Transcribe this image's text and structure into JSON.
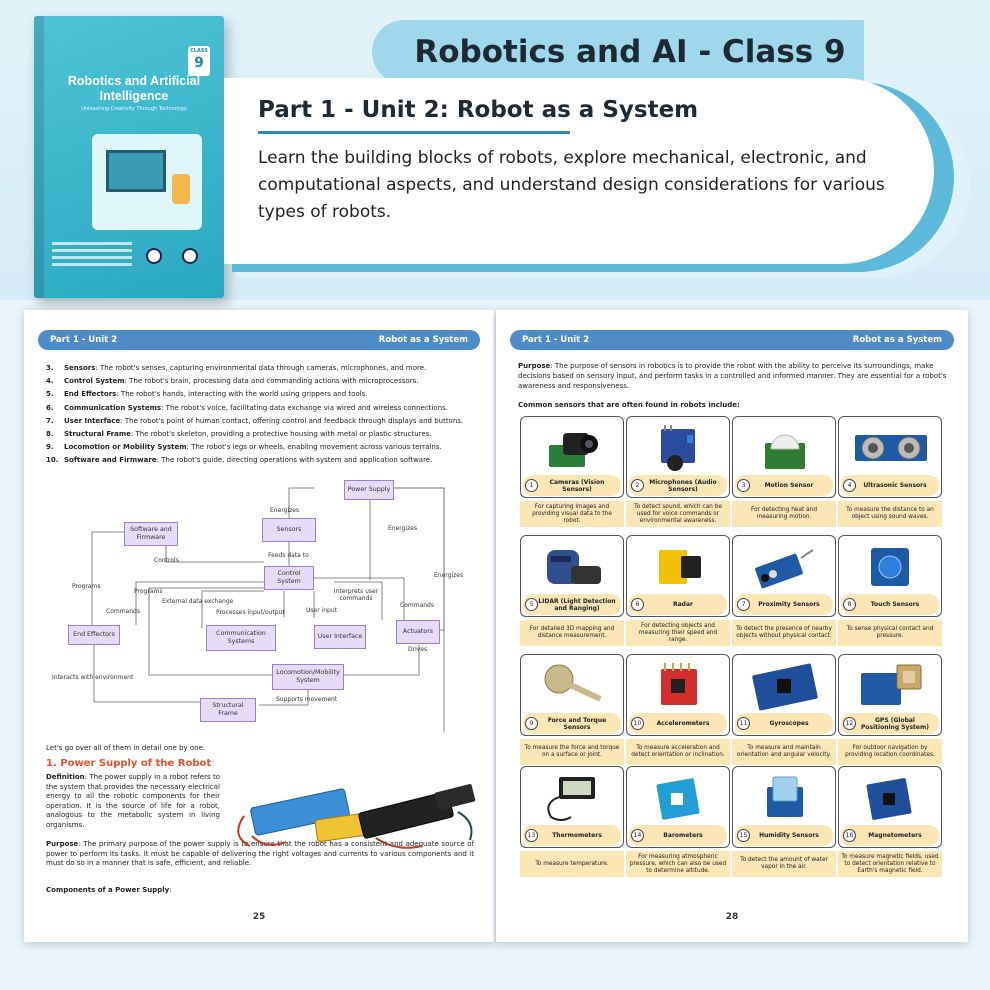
{
  "book": {
    "title": "Robotics and Artificial Intelligence",
    "subtitle": "Unleashing Creativity Through Technology",
    "grade": "9"
  },
  "header": {
    "title": "Robotics and AI - Class 9",
    "unit_title": "Part 1 - Unit 2: Robot as a System",
    "description": "Learn the building blocks of robots, explore mechanical, electronic, and computational aspects, and understand design considerations for various types of robots."
  },
  "left_page": {
    "bar_left": "Part 1 - Unit 2",
    "bar_right": "Robot as a System",
    "list": [
      {
        "n": "3.",
        "term": "Sensors",
        "text": ": The robot's senses, capturing environmental data through cameras, microphones, and more."
      },
      {
        "n": "4.",
        "term": "Control System",
        "text": ": The robot's brain, processing data and commanding actions with microprocessors."
      },
      {
        "n": "5.",
        "term": "End Effectors",
        "text": ": The robot's hands, interacting with the world using grippers and tools."
      },
      {
        "n": "6.",
        "term": "Communication Systems",
        "text": ": The robot's voice, facilitating data exchange via wired and wireless connections."
      },
      {
        "n": "7.",
        "term": "User Interface",
        "text": ": The robot's point of human contact, offering control and feedback through displays and buttons."
      },
      {
        "n": "8.",
        "term": "Structural Frame",
        "text": ": The robot's skeleton, providing a protective housing with metal or plastic structures."
      },
      {
        "n": "9.",
        "term": "Locomotion or Mobility System",
        "text": ": The robot's legs or wheels, enabling movement across various terrains."
      },
      {
        "n": "10.",
        "term": "Software and Firmware",
        "text": ": The robot's guide, directing operations with system and application software."
      }
    ],
    "diagram": {
      "power_supply": "Power Supply",
      "sensors": "Sensors",
      "software": "Software and Firmware",
      "control": "Control System",
      "end_effectors": "End Effectors",
      "communication": "Communication Systems",
      "user_interface": "User Interface",
      "actuators": "Actuators",
      "locomotion": "Locomotion/Mobility System",
      "frame": "Structural Frame",
      "l_energizes1": "Energizes",
      "l_energizes2": "Energizes",
      "l_energizes3": "Energizes",
      "l_feeds": "Feeds data to",
      "l_controls": "Controls",
      "l_programs1": "Programs",
      "l_programs2": "Programs",
      "l_commands1": "Commands",
      "l_commands2": "Commands",
      "l_external": "External data exchange",
      "l_processes": "Processes input/output",
      "l_userinput": "User input",
      "l_interprets": "Interprets user commands",
      "l_drives": "Drives",
      "l_interacts": "Interacts with environment",
      "l_supports": "Supports movement"
    },
    "intro": "Let's go over all of them in detail one by one.",
    "section_title": "1. Power Supply of the Robot",
    "def_term": "Definition",
    "def_text": ": The power supply in a robot refers to the system that provides the necessary electrical energy to all the robotic components for their operation. It is the source of life for a robot, analogous to the metabolic system in living organisms.",
    "purpose_term": "Purpose",
    "purpose_text": ": The primary purpose of the power supply is to ensure that the robot has a consistent and adequate source of power to perform its tasks. It must be capable of delivering the right voltages and currents to various components and it must do so in a manner that is safe, efficient, and reliable.",
    "components": "Components of a Power Supply",
    "components_colon": ":",
    "page_number": "25"
  },
  "right_page": {
    "bar_left": "Part 1 - Unit 2",
    "bar_right": "Robot as a System",
    "purpose_term": "Purpose",
    "purpose_text": ": The purpose of sensors in robotics is to provide the robot with the ability to perceive its surroundings, make decisions based on sensory input, and perform tasks in a controlled and informed manner. They are essential for a robot's awareness and responsiveness.",
    "subheading": "Common sensors that are often found in robots include:",
    "sensors": [
      {
        "num": "1",
        "name": "Cameras (Vision Sensors)",
        "desc": "For capturing images and providing visual data to the robot."
      },
      {
        "num": "2",
        "name": "Microphones (Audio Sensors)",
        "desc": "To detect sound, which can be used for voice commands or environmental awareness."
      },
      {
        "num": "3",
        "name": "Motion Sensor",
        "desc": "For detecting heat and measuring motion."
      },
      {
        "num": "4",
        "name": "Ultrasonic Sensors",
        "desc": "To measure the distance to an object using sound waves."
      },
      {
        "num": "5",
        "name": "LIDAR (Light Detection and Ranging)",
        "desc": "For detailed 3D mapping and distance measurement."
      },
      {
        "num": "6",
        "name": "Radar",
        "desc": "For detecting objects and measuring their speed and range."
      },
      {
        "num": "7",
        "name": "Proximity Sensors",
        "desc": "To detect the presence of nearby objects without physical contact."
      },
      {
        "num": "8",
        "name": "Touch Sensors",
        "desc": "To sense physical contact and pressure."
      },
      {
        "num": "9",
        "name": "Force and Torque Sensors",
        "desc": "To measure the force and torque on a surface or joint."
      },
      {
        "num": "10",
        "name": "Accelerometers",
        "desc": "To measure acceleration and detect orientation or inclination."
      },
      {
        "num": "11",
        "name": "Gyroscopes",
        "desc": "To measure and maintain orientation and angular velocity."
      },
      {
        "num": "12",
        "name": "GPS (Global Positioning System)",
        "desc": "For outdoor navigation by providing location coordinates."
      },
      {
        "num": "13",
        "name": "Thermometers",
        "desc": "To measure temperature."
      },
      {
        "num": "14",
        "name": "Barometers",
        "desc": "For measuring atmospheric pressure, which can also be used to determine altitude."
      },
      {
        "num": "15",
        "name": "Humidity Sensors",
        "desc": "To detect the amount of water vapor in the air."
      },
      {
        "num": "16",
        "name": "Magnetometers",
        "desc": "To measure magnetic fields, used to detect orientation relative to Earth's magnetic field."
      }
    ],
    "page_number": "28"
  },
  "colors": {
    "accent_bar": "#4d8cc9",
    "header_pill": "#9fd8ea",
    "section_title": "#e0522f",
    "card_label": "#fbe6b6",
    "diagram_box": "#e6dcf7"
  }
}
